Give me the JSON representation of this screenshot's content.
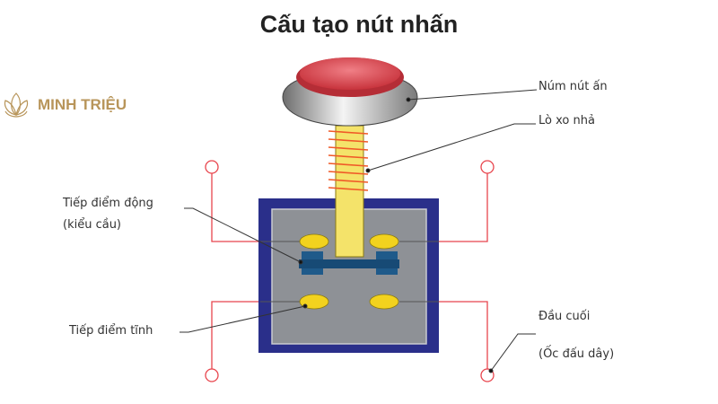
{
  "title": "Cấu tạo nút nhấn",
  "logo": {
    "text": "MINH TRIỆU"
  },
  "labels": {
    "button_cap": "Núm nút ấn",
    "spring": "Lò xo nhả",
    "moving_contact_1": "Tiếp điểm động",
    "moving_contact_2": "(kiểu cầu)",
    "fixed_contact": "Tiếp điểm tĩnh",
    "terminal_1": "Đầu cuối",
    "terminal_2": "(Ốc đấu dây)"
  },
  "colors": {
    "housing": "#2a2f8a",
    "inner": "#8e9196",
    "contact": "#f2d21e",
    "bridge": "#1f5a8a",
    "stem": "#f4e36a",
    "spring": "#f05a28",
    "cap": "#e0565d",
    "wire": "#e8454d",
    "logo": "#b8955a"
  }
}
